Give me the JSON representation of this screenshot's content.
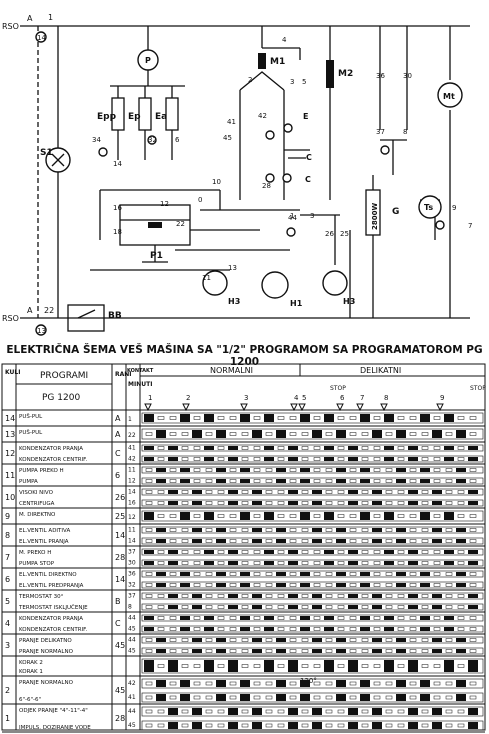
{
  "schematic": {
    "rails": {
      "left_top": "RSO",
      "left_bottom": "RSO",
      "terminal_a": "A",
      "node_14": "14",
      "node_13": "13",
      "n1": "1",
      "n22": "22"
    },
    "components": {
      "pump": "P",
      "motor_main": "M1",
      "motor_aux": "M2",
      "heater_epp": "Epp",
      "heater_ep": "Ep",
      "heater_ea": "Ea",
      "lamp": "S1",
      "timer_motor": "Mt",
      "resistor": "2800W",
      "resistor_label": "G",
      "thermostat": "Ts",
      "valve": "P1",
      "h3": "H3",
      "h1": "H1",
      "bb": "BB",
      "cap_c": "C",
      "cap_e": "E"
    },
    "nums": [
      "4",
      "3",
      "2",
      "5",
      "41",
      "42",
      "45",
      "44",
      "28",
      "37",
      "8",
      "30",
      "36",
      "34",
      "32",
      "6",
      "14",
      "12",
      "16",
      "22",
      "18",
      "26",
      "25",
      "9",
      "7",
      "0",
      "11",
      "13",
      "10",
      "1",
      "3"
    ]
  },
  "caption": "ELEKTRIČNA ŠEMA VEŠ MAŠINA SA \"1/2\" PROGRAMOM SA PROGRAMATOROM PG 1200",
  "table": {
    "head": {
      "kulir": "K U L I J A V R",
      "programi": "PROGRAMI",
      "pg": "PG 1200",
      "rani": "R A N I",
      "kontakt": "KONTAKT",
      "minuti": "M I N U T I",
      "normalni": "NORMALNI",
      "delikatni": "DELIKATNI",
      "stop1": "STOP",
      "stop2": "STOP",
      "zone": "120°"
    },
    "steps": [
      "1",
      "2",
      "3",
      "4",
      "5",
      "6",
      "7",
      "8",
      "9"
    ],
    "rows": [
      {
        "k": "14",
        "p1": "PUŠ-PUL",
        "p2": "",
        "r": "A",
        "c": [
          "1"
        ]
      },
      {
        "k": "13",
        "p1": "PUŠ-PUL",
        "p2": "",
        "r": "A",
        "c": [
          "22"
        ]
      },
      {
        "k": "12",
        "p1": "KONDENZATOR PRANJA",
        "p2": "KONDENZATOR CENTRIF.",
        "r": "C",
        "c": [
          "41",
          "42"
        ]
      },
      {
        "k": "11",
        "p1": "PUMPA PREKO H",
        "p2": "PUMPA",
        "r": "6",
        "c": [
          "11",
          "12"
        ]
      },
      {
        "k": "10",
        "p1": "VISOKI NIVO",
        "p2": "CENTRIFUGA",
        "r": "26",
        "c": [
          "14",
          "16"
        ]
      },
      {
        "k": "9",
        "p1": "M. DIREKTNO",
        "p2": "",
        "r": "25",
        "c": [
          "12"
        ]
      },
      {
        "k": "8",
        "p1": "EL.VENTIL ADITIVA",
        "p2": "EL.VENTIL PRANJA",
        "r": "14",
        "c": [
          "11",
          "14"
        ]
      },
      {
        "k": "7",
        "p1": "M. PREKO H",
        "p2": "PUMPA STOP",
        "r": "28",
        "c": [
          "37",
          "30"
        ]
      },
      {
        "k": "6",
        "p1": "EL.VENTIL DIREKTNO",
        "p2": "EL.VENTIL PREDPRANJA",
        "r": "14",
        "c": [
          "36",
          "32"
        ]
      },
      {
        "k": "5",
        "p1": "TERMOSTAT 30°",
        "p2": "TERMOSTAT ISKLJUČENJE",
        "r": "B",
        "c": [
          "37",
          "8"
        ]
      },
      {
        "k": "4",
        "p1": "KONDENZATOR PRANJA",
        "p2": "KONDENZATOR CENTRIF.",
        "r": "C",
        "c": [
          "44",
          "45"
        ]
      },
      {
        "k": "3",
        "p1": "PRANJE DELIKATNO",
        "p2": "PRANJE NORMALNO",
        "r": "45",
        "c": [
          "44",
          "45"
        ]
      },
      {
        "k": "",
        "p1": "KORAK 2",
        "p2": "KORAK 1",
        "r": "",
        "c": [
          ""
        ]
      },
      {
        "k": "2",
        "p1": "PRANJE NORMALNO",
        "p2": "6\"-6\"-6\"",
        "r": "45",
        "c": [
          "42",
          "41"
        ]
      },
      {
        "k": "1",
        "p1": "ODJEK PRANJE \"4\"-11\"-4\"",
        "p2": "IMPULS. DOZIRANJE VODE",
        "r": "28",
        "c": [
          "44",
          "45"
        ]
      }
    ]
  }
}
